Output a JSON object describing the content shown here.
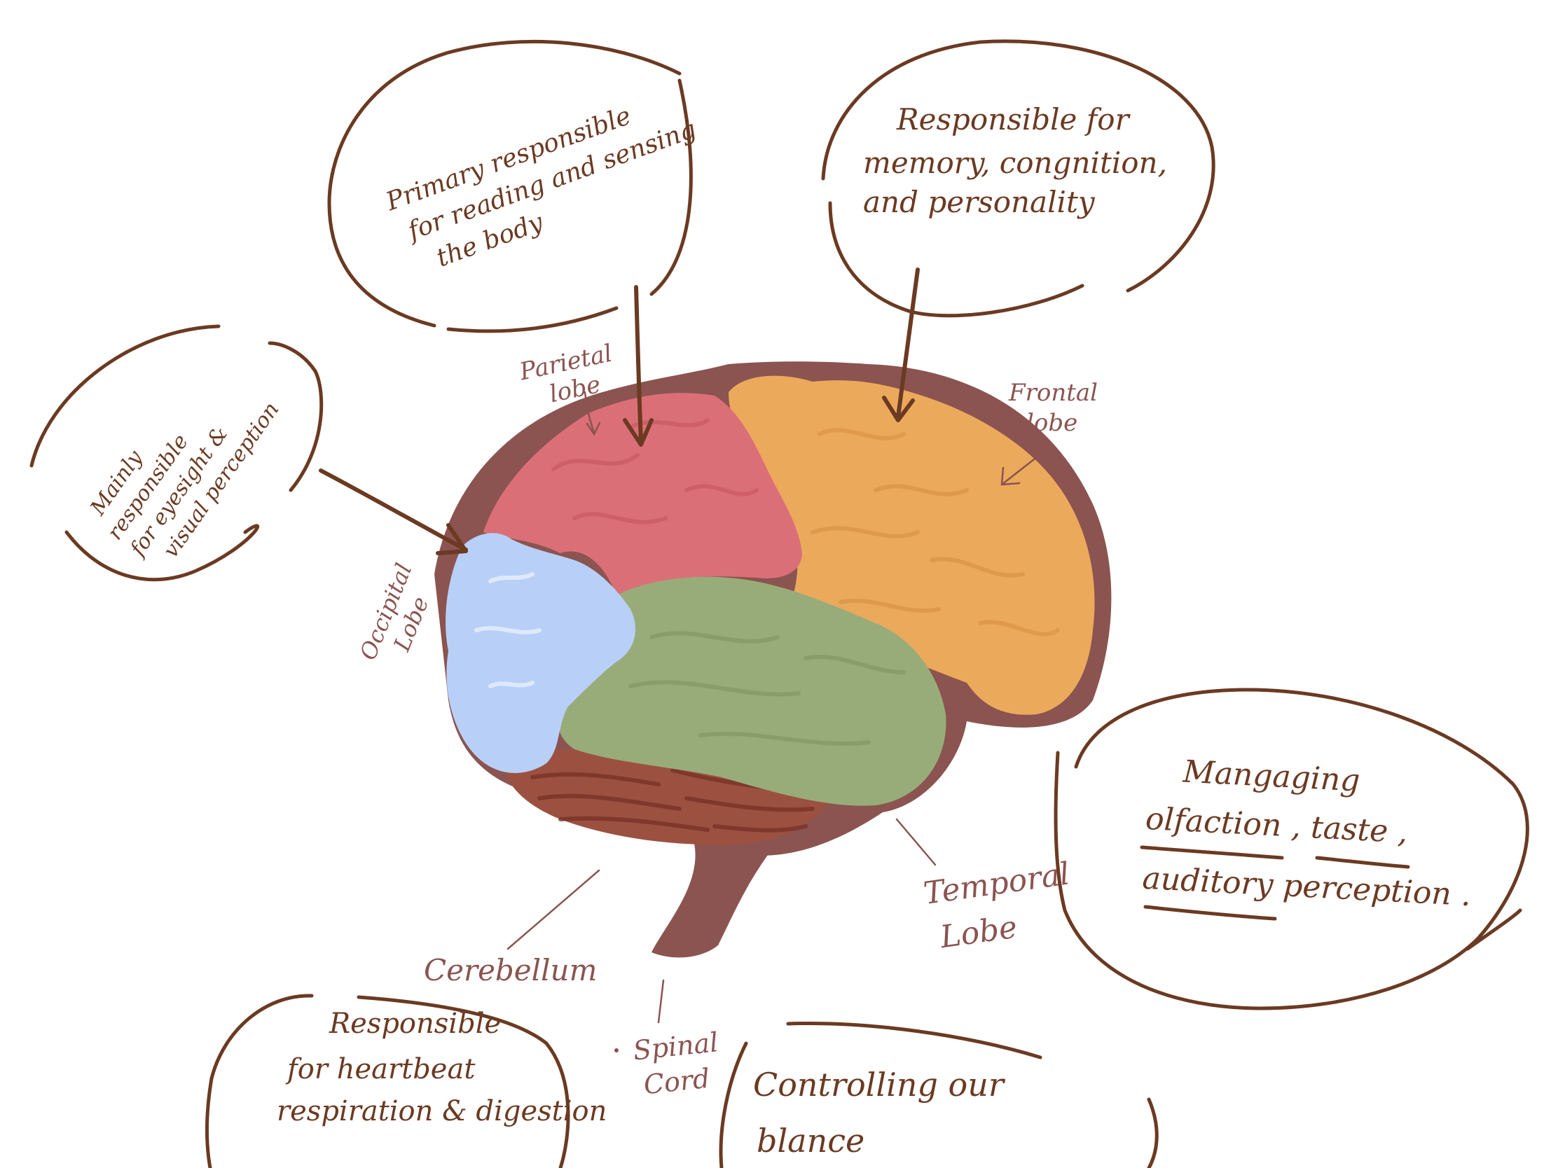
{
  "colors": {
    "ink": "#6b3a22",
    "label_ink": "#8a5450",
    "brain_outline": "#8b5450",
    "parietal": "#db6f78",
    "frontal": "#eba95c",
    "temporal": "#98ac7a",
    "occipital": "#b8d0f8",
    "cerebellum": "#9c5140",
    "stem": "#8c5450"
  },
  "labels": {
    "parietal": [
      "Parietal",
      "lobe"
    ],
    "frontal": [
      "Frontal",
      "lobe"
    ],
    "occipital": [
      "Occipital",
      "Lobe"
    ],
    "temporal": [
      "Temporal",
      "Lobe"
    ],
    "cerebellum": "Cerebellum",
    "spinal_cord": [
      "Spinal",
      "Cord"
    ]
  },
  "notes": {
    "parietal": [
      "Primary responsible",
      "for reading and sensing",
      "the body"
    ],
    "frontal": [
      "Responsible for",
      "memory, congnition,",
      "and personality"
    ],
    "occipital": [
      "Mainly",
      "responsible",
      "for eyesight &",
      "visual perception"
    ],
    "temporal": [
      "Mangaging",
      "olfaction , taste ,",
      "auditory perception ."
    ],
    "cerebellum": [
      "Responsible",
      "for heartbeat",
      "respiration & digestion"
    ],
    "spinal_cord": [
      "Controlling our",
      "blance"
    ]
  }
}
